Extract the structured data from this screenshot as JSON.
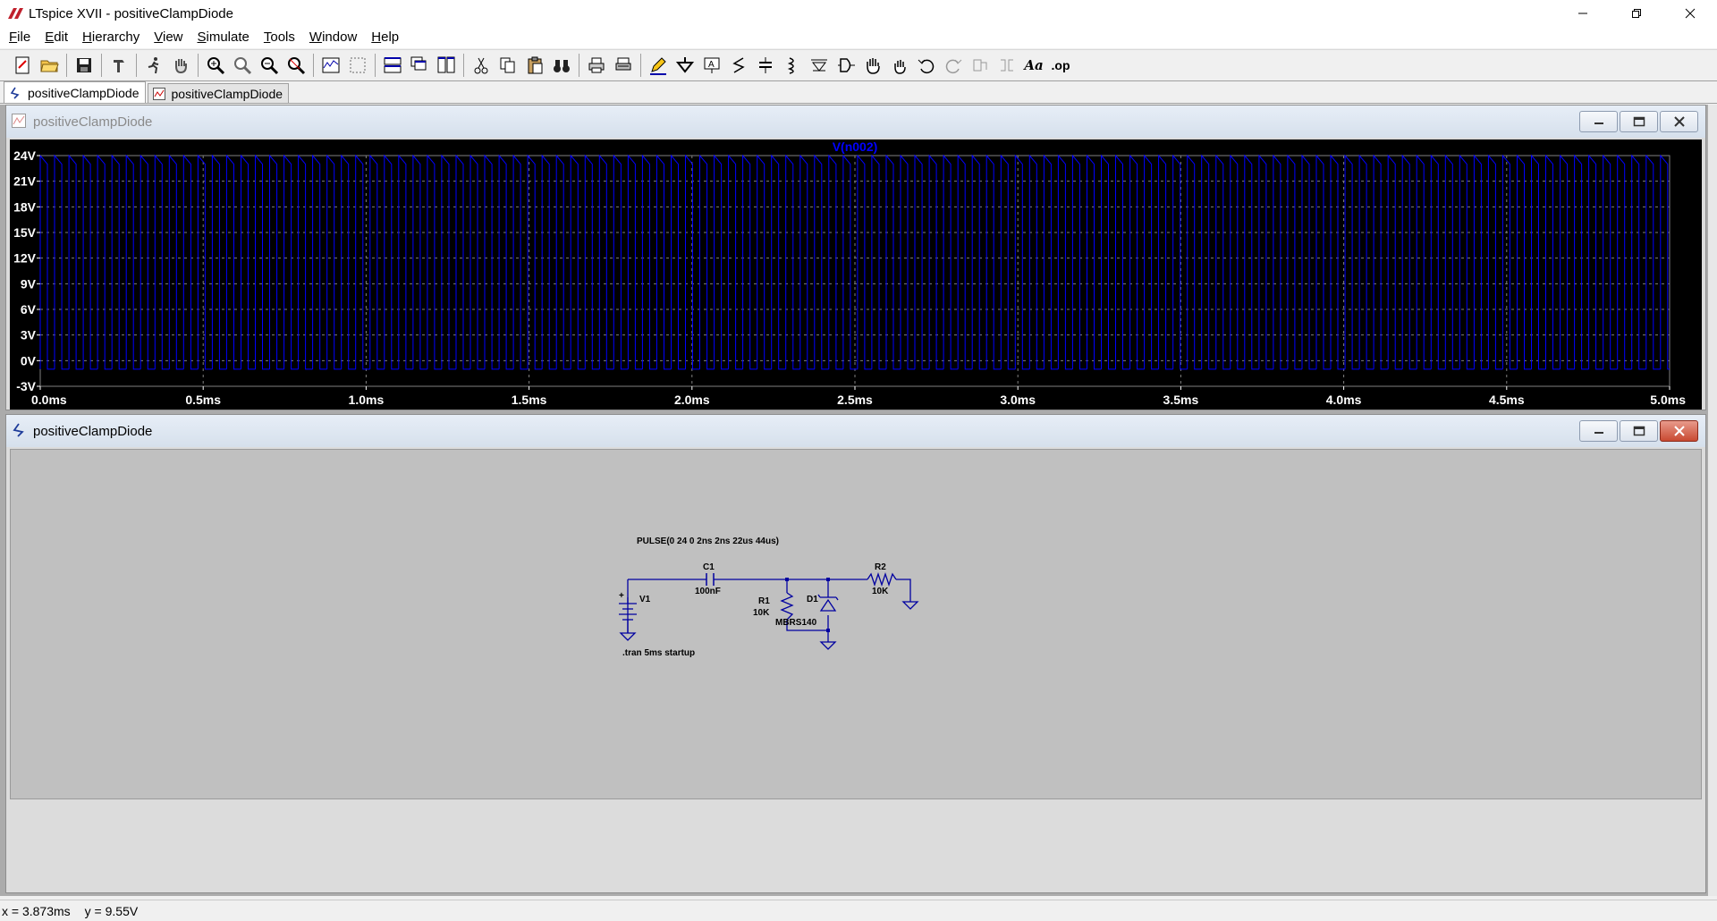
{
  "app": {
    "title": "LTspice XVII - positiveClampDiode"
  },
  "menu": [
    {
      "accel": "F",
      "rest": "ile"
    },
    {
      "accel": "E",
      "rest": "dit"
    },
    {
      "accel": "H",
      "rest": "ierarchy"
    },
    {
      "accel": "V",
      "rest": "iew"
    },
    {
      "accel": "S",
      "rest": "imulate"
    },
    {
      "accel": "T",
      "rest": "ools"
    },
    {
      "accel": "W",
      "rest": "indow"
    },
    {
      "accel": "H",
      "rest": "elp"
    }
  ],
  "toolbar": {
    "op_label": ".op",
    "text_label": "Aa"
  },
  "tabs": [
    {
      "label": "positiveClampDiode",
      "kind": "schematic"
    },
    {
      "label": "positiveClampDiode",
      "kind": "waveform"
    }
  ],
  "plot_window": {
    "title": "positiveClampDiode"
  },
  "schematic_window": {
    "title": "positiveClampDiode"
  },
  "chart_data": {
    "type": "line",
    "title": "V(n002)",
    "series": [
      {
        "name": "V(n002)",
        "period_ms": 0.044,
        "high": 24,
        "low": -1,
        "color": "#0000ff"
      }
    ],
    "xlim": [
      0,
      5
    ],
    "ylim": [
      -3,
      24
    ],
    "xticks": [
      "0.0ms",
      "0.5ms",
      "1.0ms",
      "1.5ms",
      "2.0ms",
      "2.5ms",
      "3.0ms",
      "3.5ms",
      "4.0ms",
      "4.5ms",
      "5.0ms"
    ],
    "yticks": [
      "24V",
      "21V",
      "18V",
      "15V",
      "12V",
      "9V",
      "6V",
      "3V",
      "0V",
      "-3V"
    ],
    "grid": true,
    "background": "#000000",
    "grid_color": "#808080",
    "axis_label_color": "#ffffff"
  },
  "schematic": {
    "source_spec": "PULSE(0 24 0 2ns 2ns 22us 44us)",
    "c1_name": "C1",
    "c1_value": "100nF",
    "v1_name": "V1",
    "r1_name": "R1",
    "r1_value": "10K",
    "d1_name": "D1",
    "d1_model": "MBRS140",
    "r2_name": "R2",
    "r2_value": "10K",
    "directive": ".tran 5ms startup",
    "wire_color": "#0000a0",
    "text_color": "#000000"
  },
  "status": {
    "x": "x = 3.873ms",
    "y": "y = 9.55V"
  }
}
